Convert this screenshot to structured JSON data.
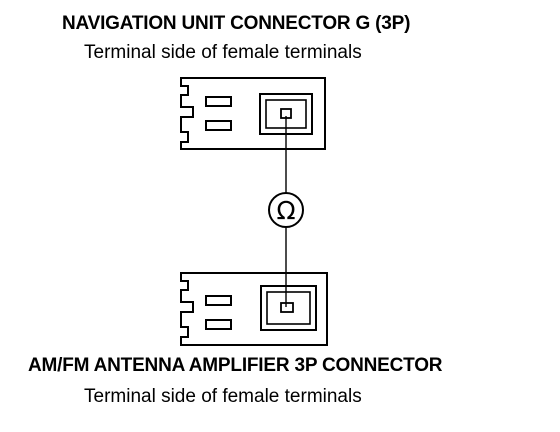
{
  "top_connector": {
    "title": "NAVIGATION UNIT CONNECTOR G (3P)",
    "subtitle": "Terminal side of female terminals"
  },
  "bottom_connector": {
    "title": "AM/FM ANTENNA AMPLIFIER 3P CONNECTOR",
    "subtitle": "Terminal side of female terminals"
  },
  "meter": {
    "symbol": "Ω",
    "icon": "ohmmeter-icon"
  },
  "colors": {
    "line": "#000000",
    "background": "#ffffff"
  }
}
